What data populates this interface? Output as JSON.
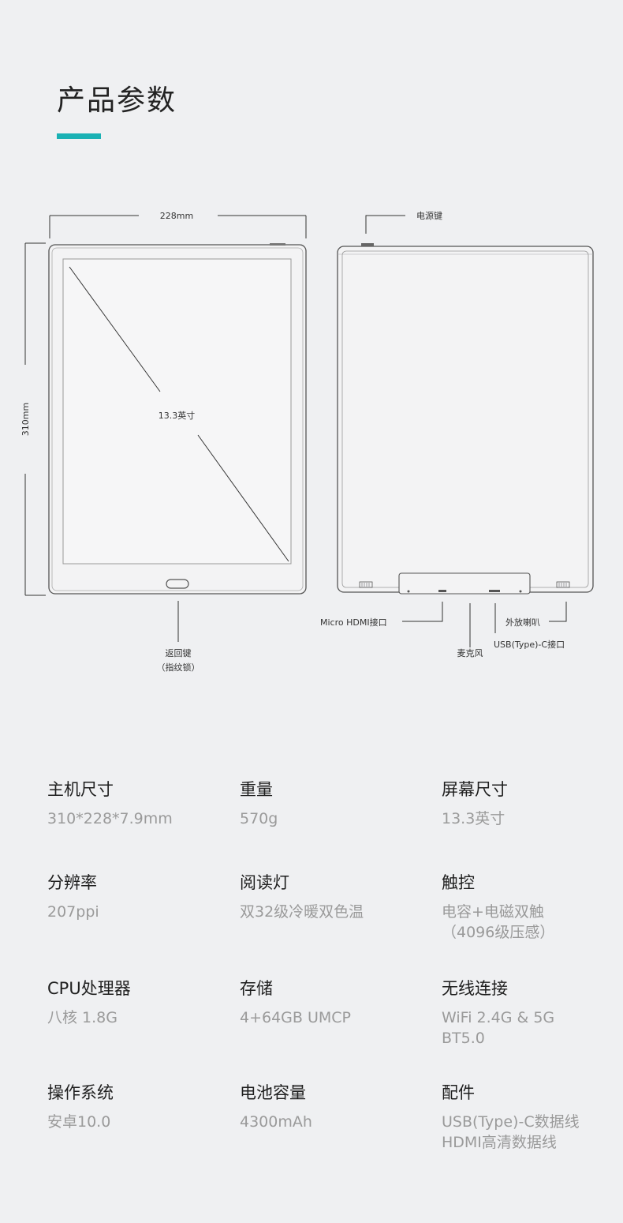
{
  "page": {
    "title": "产品参数",
    "accent_color": "#1ab1b4"
  },
  "diagram": {
    "front": {
      "width_label": "228mm",
      "height_label": "310mm",
      "screen_label": "13.3英寸",
      "home_button_label_line1": "返回键",
      "home_button_label_line2": "（指纹锁）"
    },
    "back": {
      "power_label": "电源键",
      "micro_hdmi_label": "Micro HDMI接口",
      "mic_label": "麦克风",
      "usb_label": "USB(Type)-C接口",
      "speaker_label": "外放喇叭"
    }
  },
  "specs": [
    {
      "label": "主机尺寸",
      "value": "310*228*7.9mm"
    },
    {
      "label": "重量",
      "value": "570g"
    },
    {
      "label": "屏幕尺寸",
      "value": "13.3英寸"
    },
    {
      "label": "分辨率",
      "value": "207ppi"
    },
    {
      "label": "阅读灯",
      "value": "双32级冷暖双色温"
    },
    {
      "label": "触控",
      "value": "电容+电磁双触\n（4096级压感）"
    },
    {
      "label": "CPU处理器",
      "value": "八核 1.8G"
    },
    {
      "label": "存储",
      "value": "4+64GB UMCP"
    },
    {
      "label": "无线连接",
      "value": "WiFi 2.4G & 5G\nBT5.0"
    },
    {
      "label": "操作系统",
      "value": "安卓10.0"
    },
    {
      "label": "电池容量",
      "value": "4300mAh"
    },
    {
      "label": "配件",
      "value": "USB(Type)-C数据线\nHDMI高清数据线"
    }
  ]
}
